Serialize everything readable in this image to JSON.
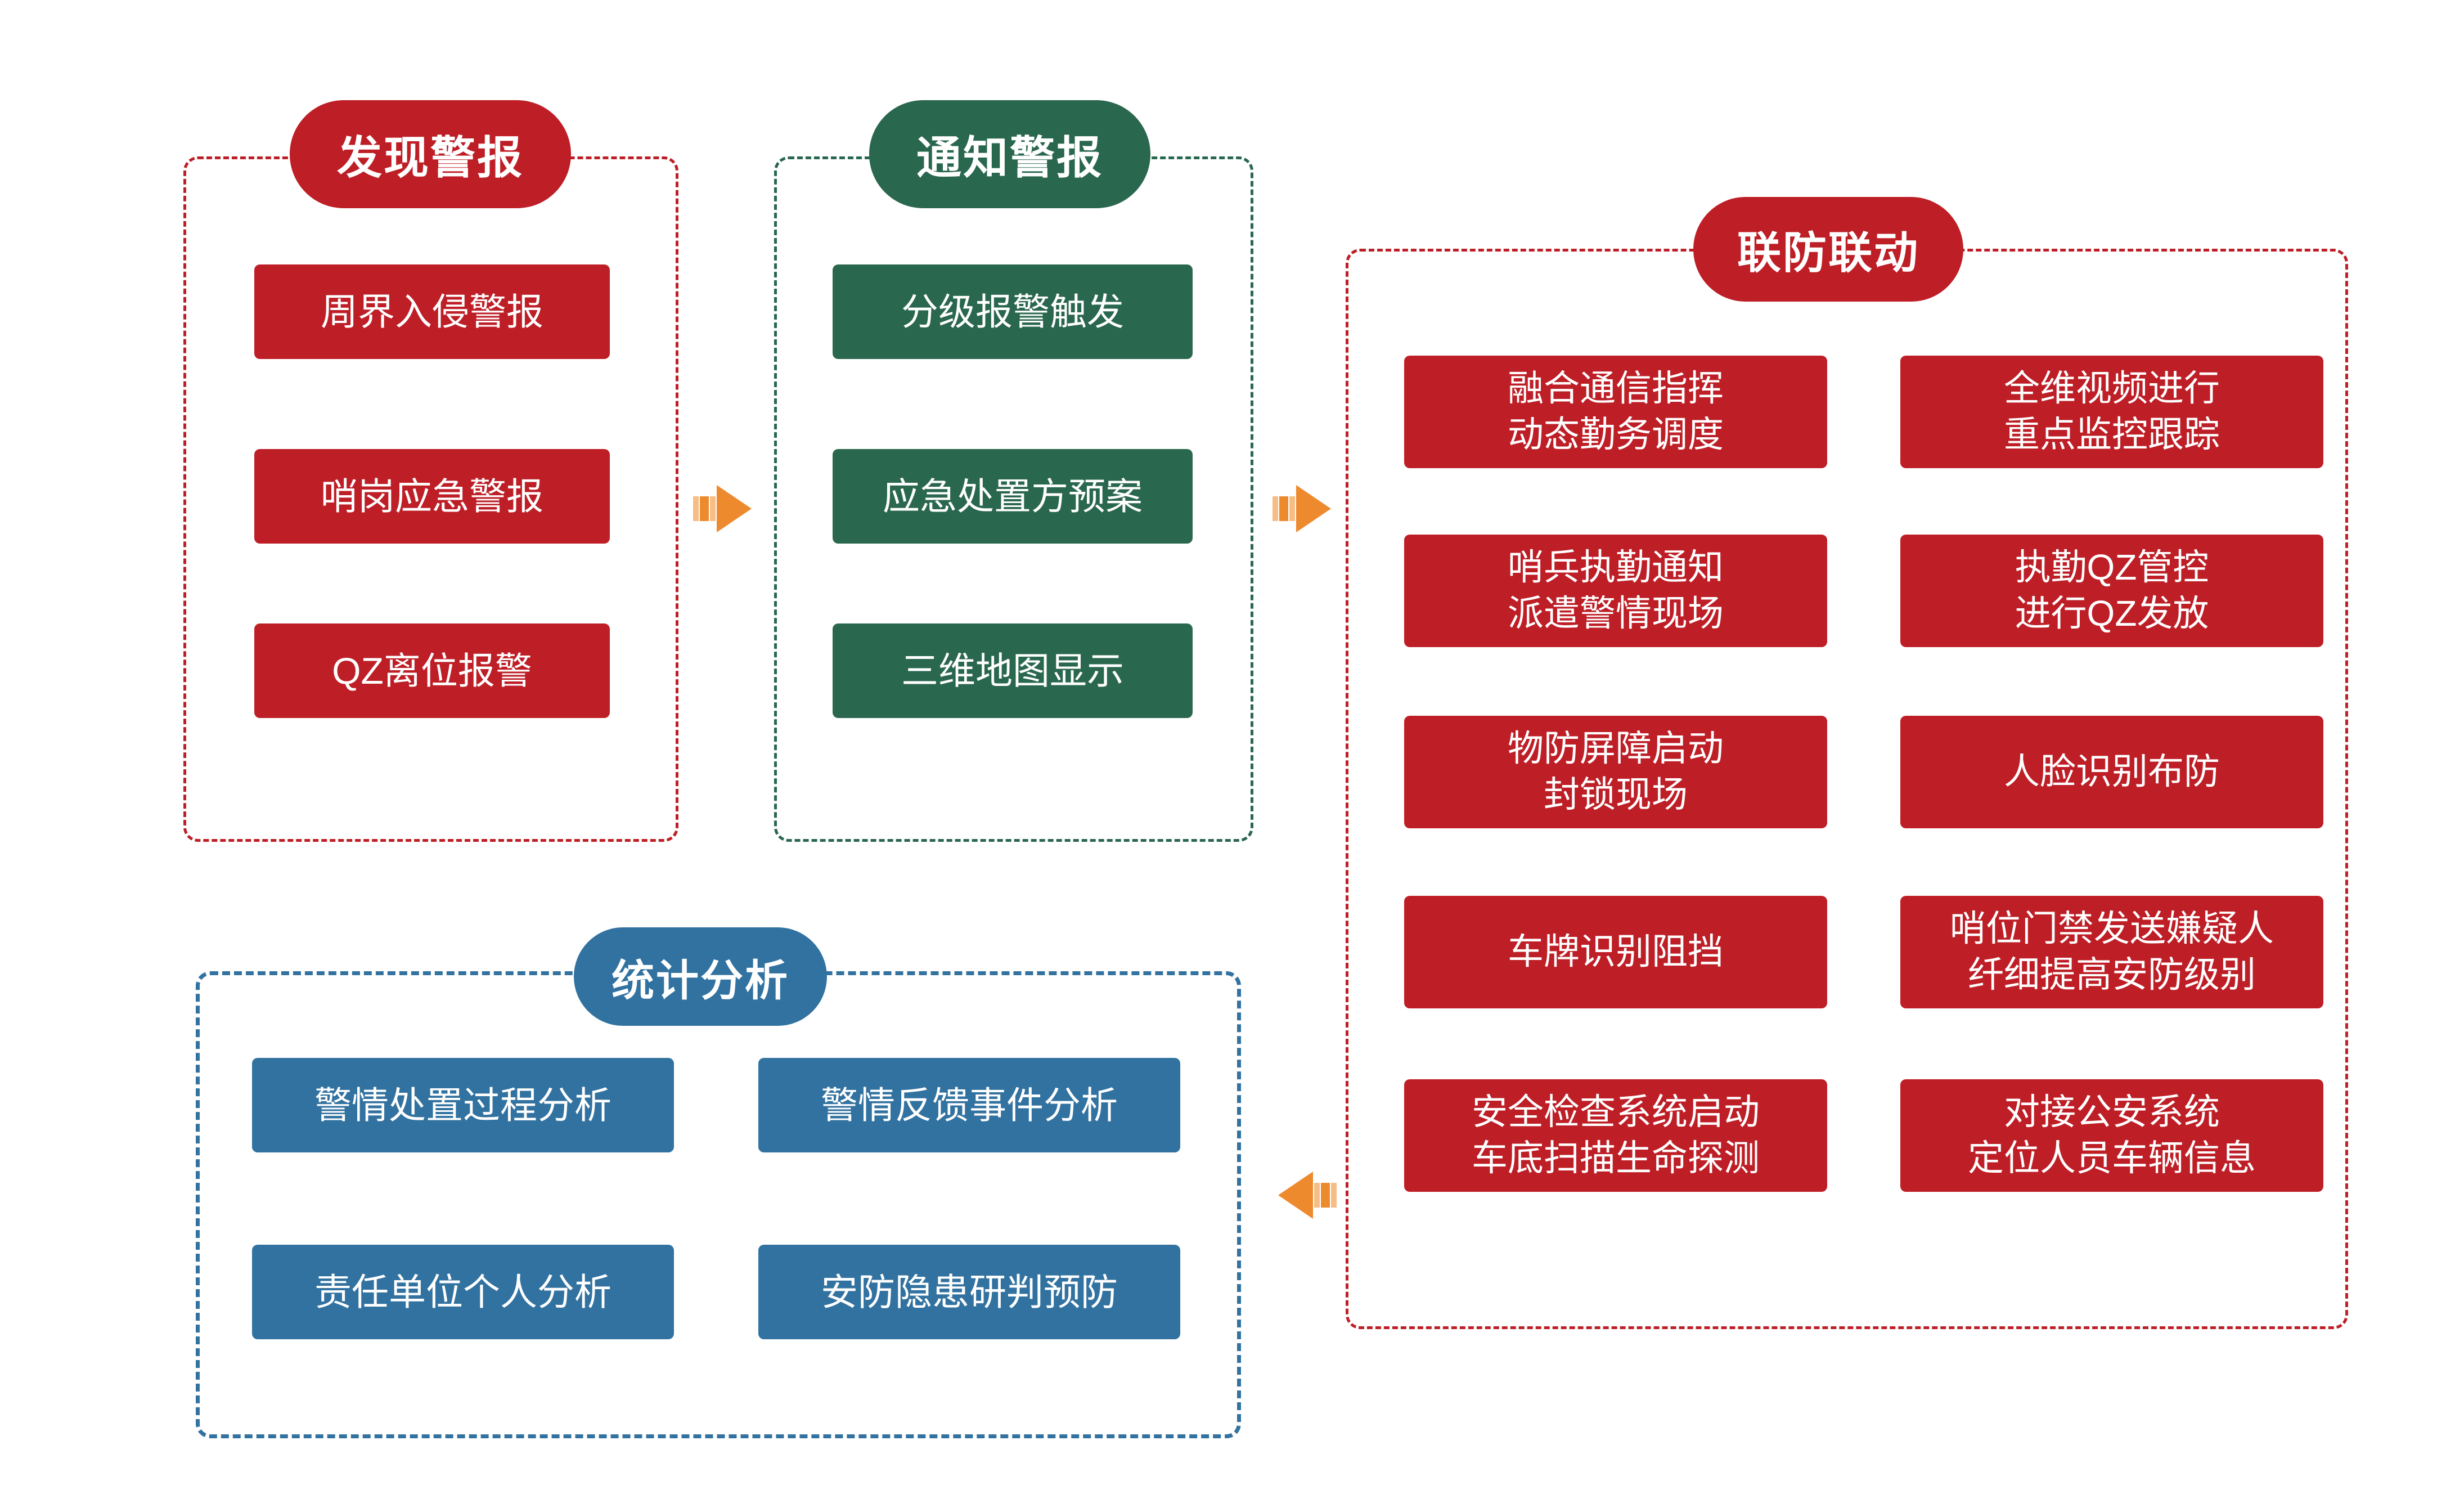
{
  "diagram": {
    "title_hidden": "",
    "colors": {
      "red": "#BE1E26",
      "green": "#2A674F",
      "blue": "#3272A0",
      "arrow_orange": "#EE8A2E",
      "arrow_orange_light": "#F6BE85",
      "background": "#FFFFFF"
    }
  },
  "groups": {
    "discover_alarm": {
      "header": "发现警报",
      "items": [
        "周界入侵警报",
        "哨岗应急警报",
        "QZ离位报警"
      ]
    },
    "notify_alarm": {
      "header": "通知警报",
      "items": [
        "分级报警触发",
        "应急处置方预案",
        "三维地图显示"
      ]
    },
    "joint_defense": {
      "header": "联防联动",
      "left_items": [
        "融合通信指挥\n动态勤务调度",
        "哨兵执勤通知\n派遣警情现场",
        "物防屏障启动\n封锁现场",
        "车牌识别阻挡",
        "安全检查系统启动\n车底扫描生命探测"
      ],
      "right_items": [
        "全维视频进行\n重点监控跟踪",
        "执勤QZ管控\n进行QZ发放",
        "人脸识别布防",
        "哨位门禁发送嫌疑人\n纤细提高安防级别",
        "对接公安系统\n定位人员车辆信息"
      ]
    },
    "statistics": {
      "header": "统计分析",
      "items": [
        "警情处置过程分析",
        "警情反馈事件分析",
        "责任单位个人分析",
        "安防隐患研判预防"
      ]
    }
  },
  "arrows": [
    {
      "name": "arrow-discover-to-notify",
      "direction": "right"
    },
    {
      "name": "arrow-notify-to-joint",
      "direction": "right"
    },
    {
      "name": "arrow-joint-to-statistics",
      "direction": "left"
    }
  ]
}
